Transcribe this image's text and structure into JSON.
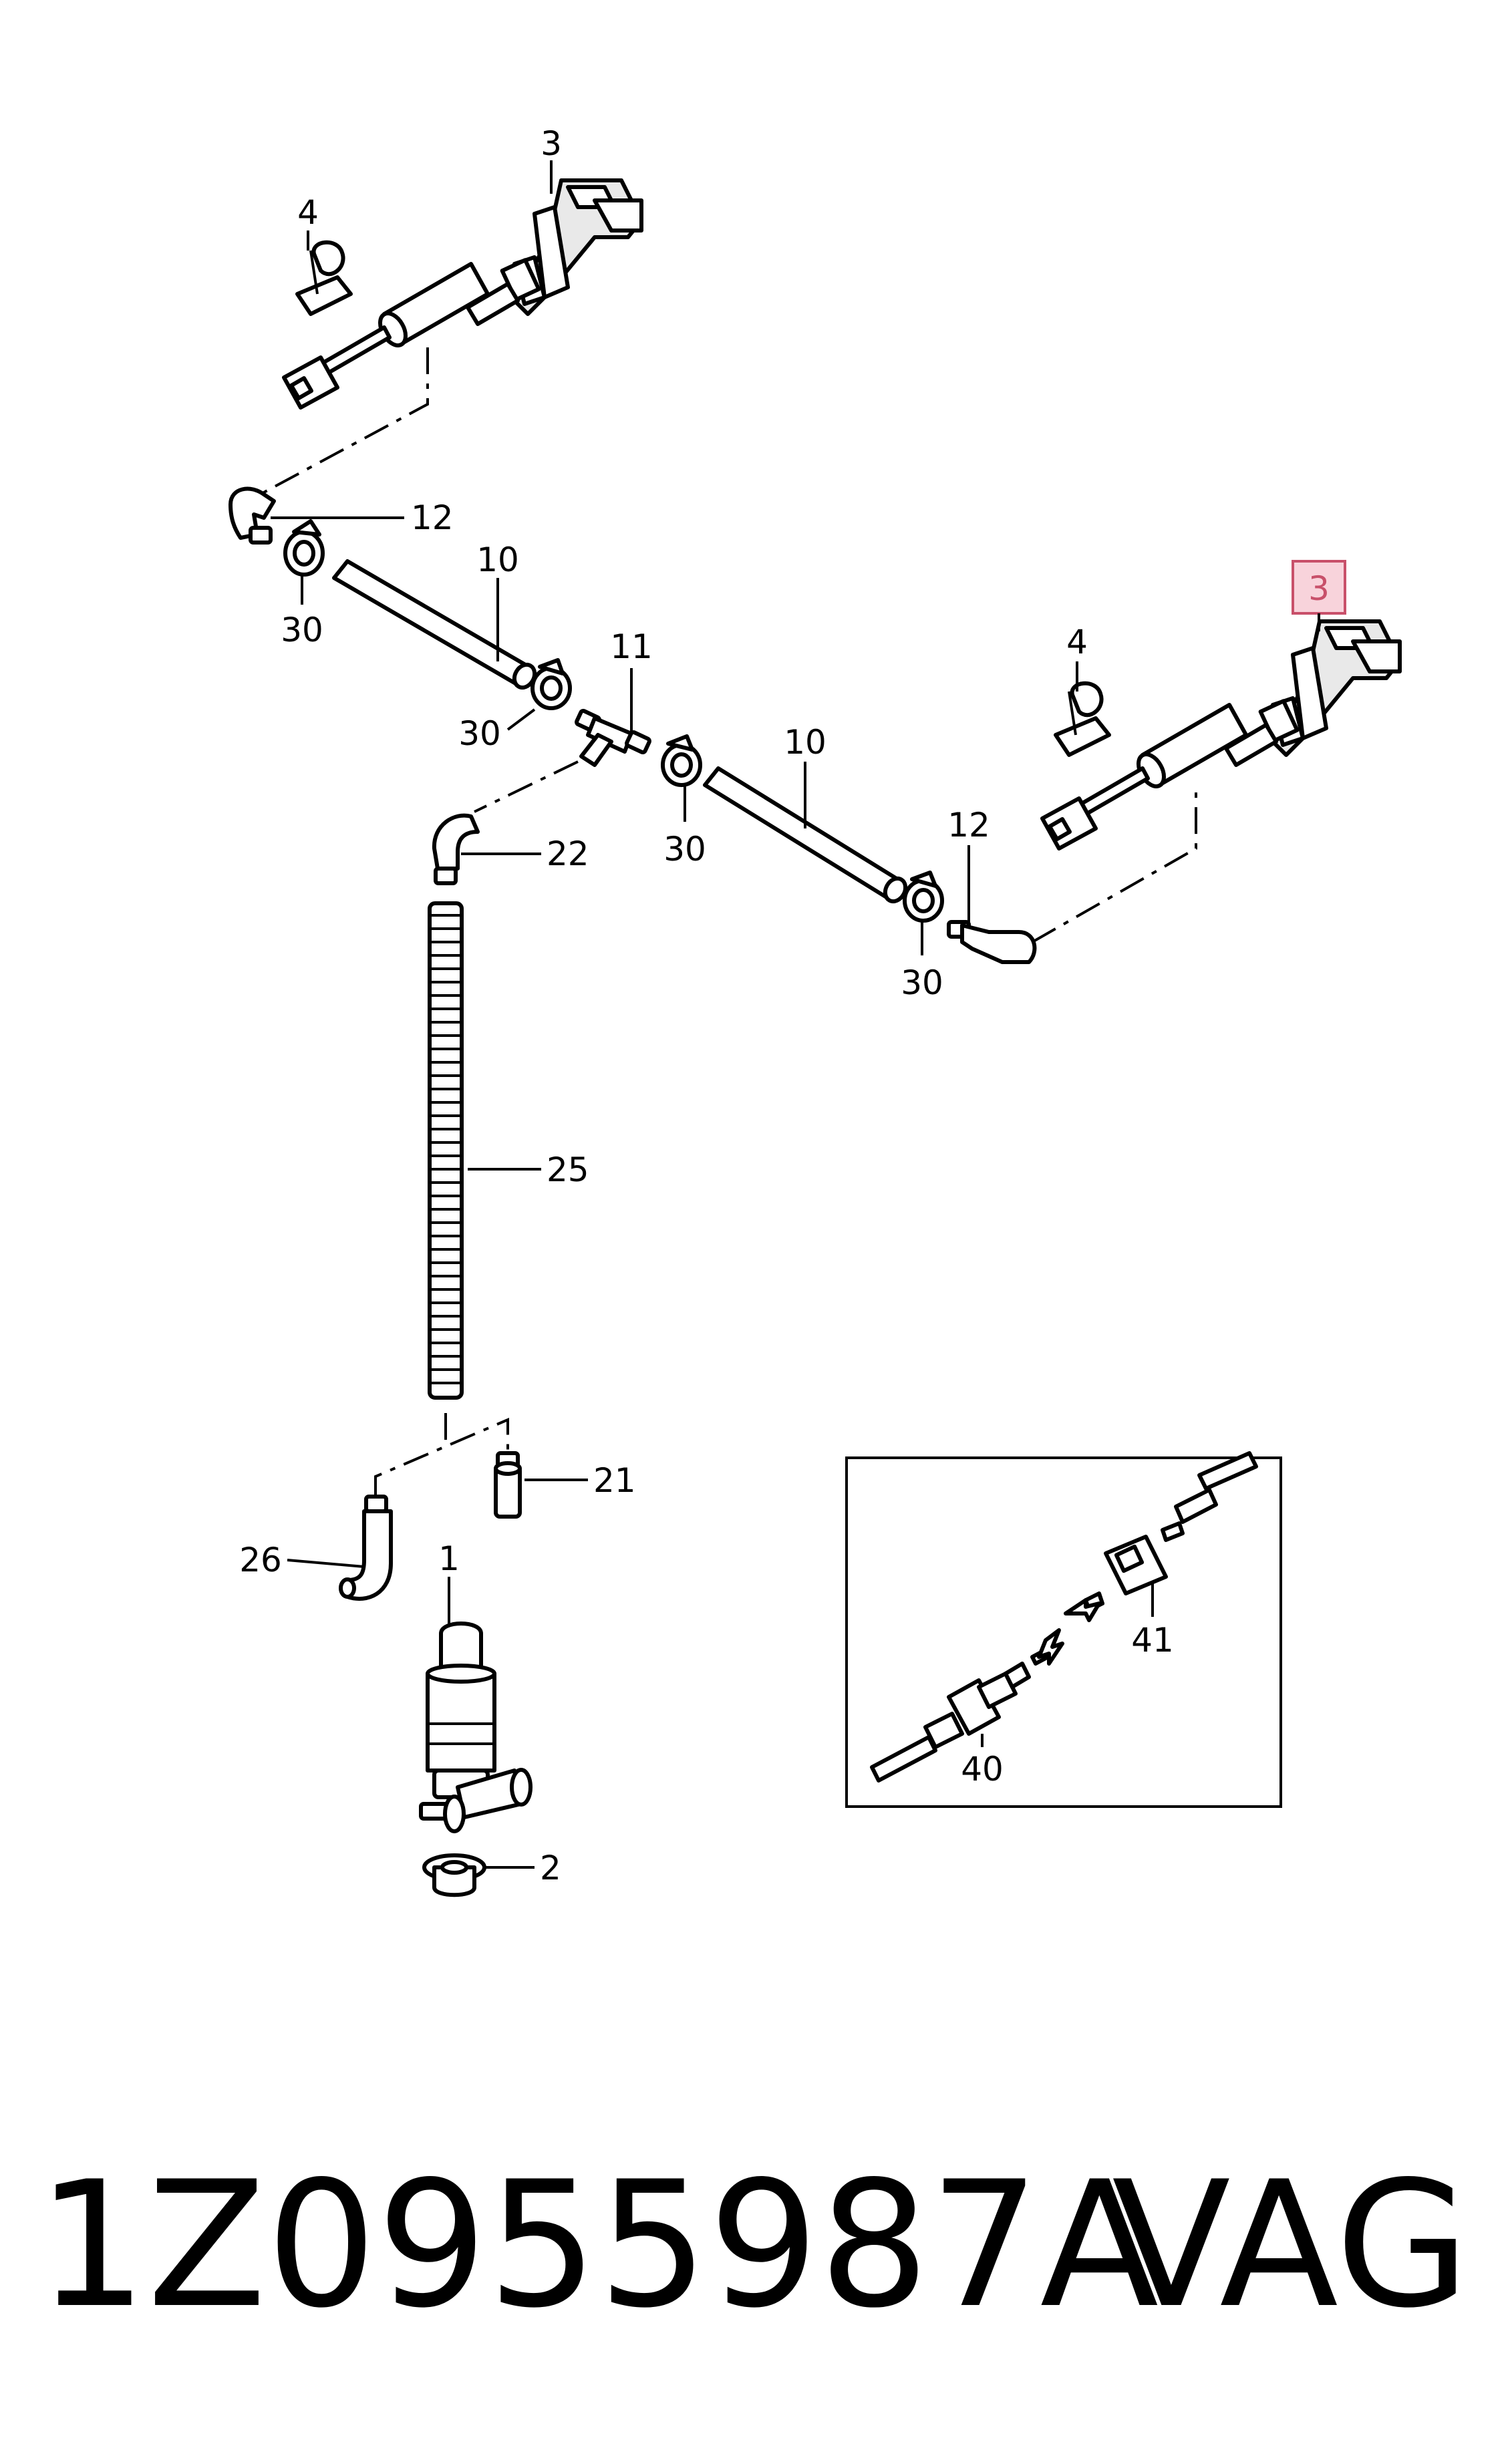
{
  "diagram": {
    "callouts": {
      "c1": "1",
      "c2": "2",
      "c3_top": "3",
      "c3_right": "3",
      "c4_top": "4",
      "c4_right": "4",
      "c10_left": "10",
      "c10_right": "10",
      "c11": "11",
      "c12_top": "12",
      "c12_right": "12",
      "c21": "21",
      "c22": "22",
      "c25": "25",
      "c26": "26",
      "c30_a": "30",
      "c30_b": "30",
      "c30_c": "30",
      "c30_d": "30",
      "c40": "40",
      "c41": "41"
    },
    "highlighted_callout": "3",
    "highlight_color": "#f8d3db"
  },
  "footer": {
    "part_number": "1Z0955987A",
    "brand": "VAG"
  }
}
